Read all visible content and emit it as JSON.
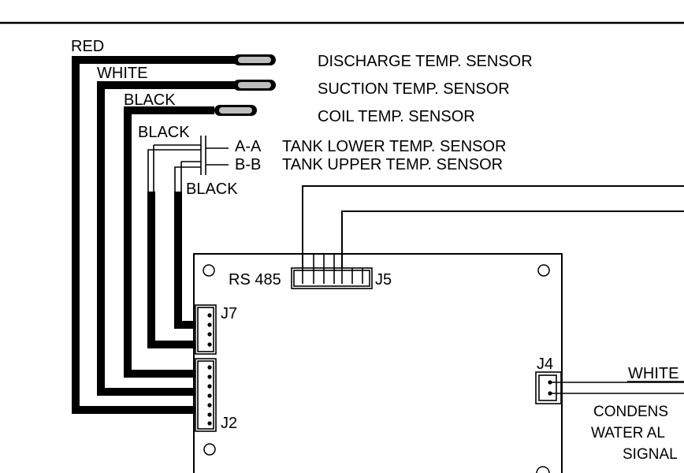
{
  "wire_labels": {
    "red": "RED",
    "white": "WHITE",
    "black_coil": "BLACK",
    "black_lower": "BLACK",
    "black_upper": "BLACK",
    "white_j4": "WHITE"
  },
  "sensors": {
    "discharge": "DISCHARGE TEMP. SENSOR",
    "suction": "SUCTION TEMP. SENSOR",
    "coil": "COIL TEMP. SENSOR",
    "tank_lower_code": "A-A",
    "tank_lower": "TANK LOWER TEMP. SENSOR",
    "tank_upper_code": "B-B",
    "tank_upper": "TANK UPPER TEMP. SENSOR"
  },
  "board": {
    "rs485": "RS 485",
    "j5": "J5",
    "j7": "J7",
    "j2": "J2",
    "j4": "J4"
  },
  "j4_signal": {
    "line1": "CONDENS",
    "line2": "WATER AL",
    "line3": "SIGNAL"
  }
}
